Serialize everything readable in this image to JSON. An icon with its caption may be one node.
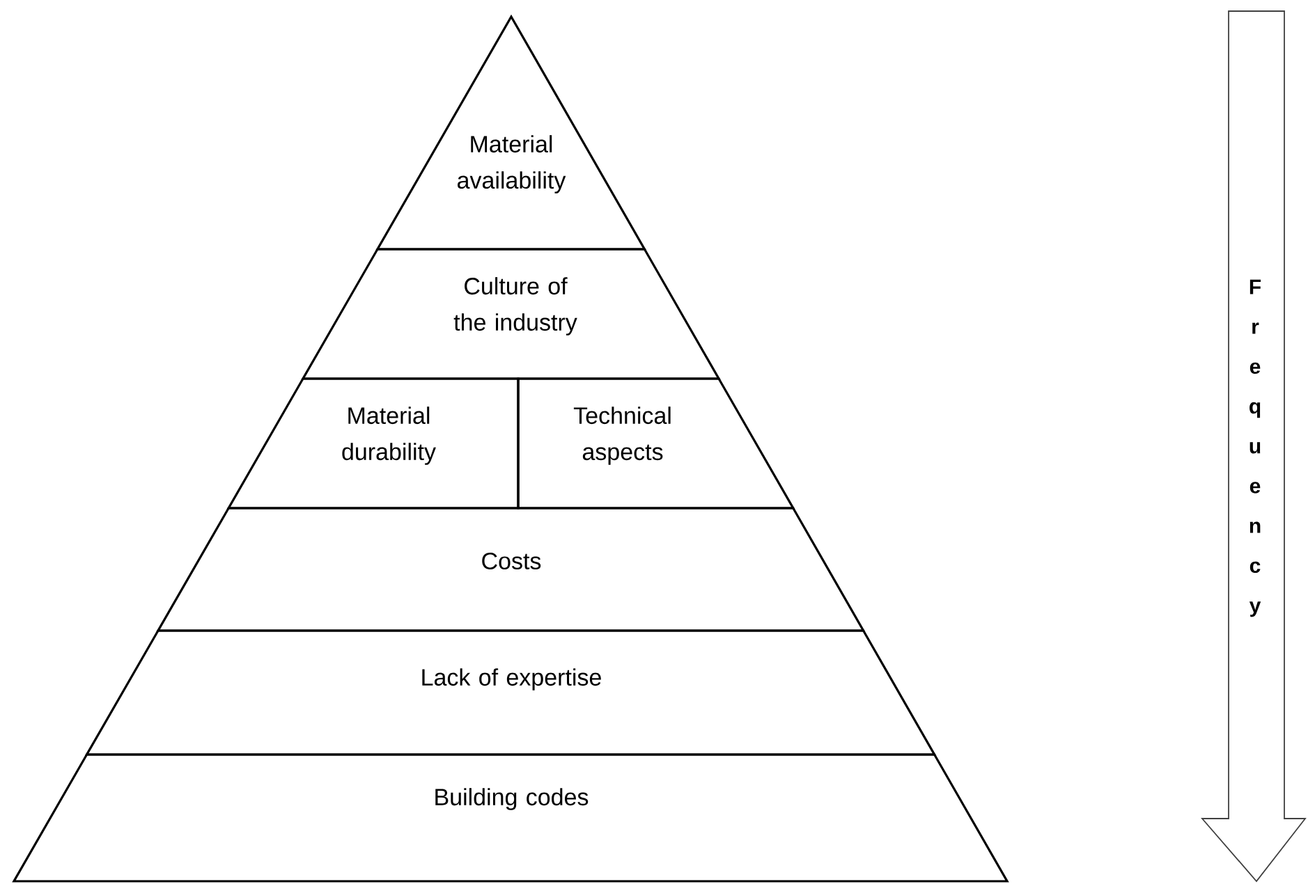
{
  "diagram": {
    "nodes": [
      {
        "text": [
          "Material availability"
        ]
      },
      {
        "text": [
          "Culture of the industry"
        ]
      },
      {
        "text": [
          "Material durability"
        ]
      },
      {
        "text": [
          "Technical aspects"
        ]
      },
      {
        "text": [
          "Costs"
        ]
      },
      {
        "text": [
          "Lack of expertise"
        ]
      },
      {
        "text": [
          "Building codes"
        ]
      },
      {
        "text": [
          "Frequency"
        ]
      }
    ]
  }
}
